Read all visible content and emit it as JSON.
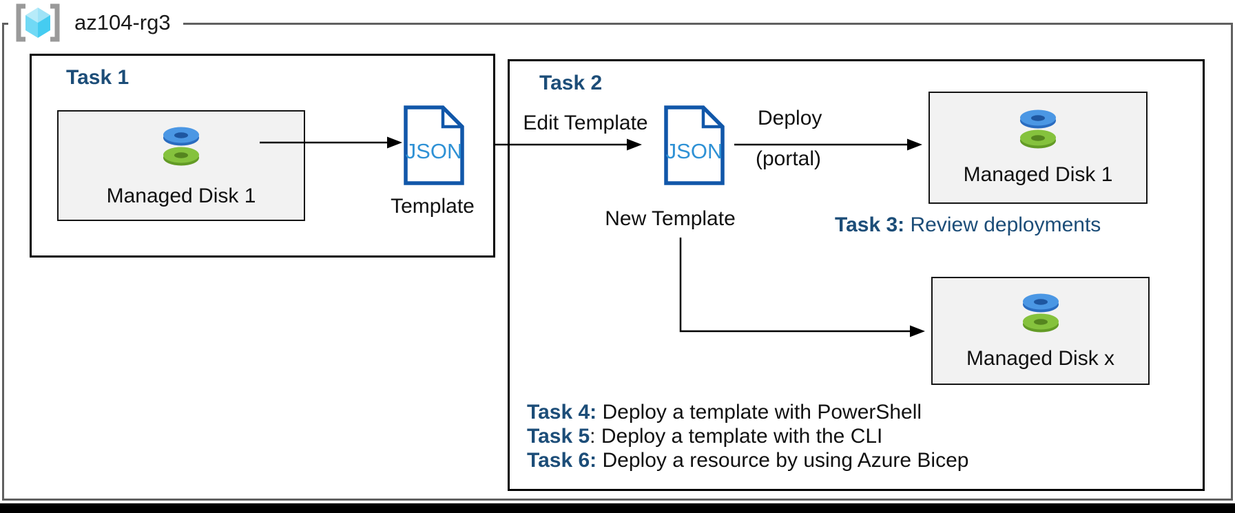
{
  "resource_group": {
    "name": "az104-rg3"
  },
  "task1": {
    "title": "Task 1",
    "disk_label": "Managed Disk 1",
    "json_text": "JSON",
    "template_label": "Template"
  },
  "task2": {
    "title": "Task 2",
    "edit_template_label": "Edit Template",
    "json_text": "JSON",
    "new_template_label": "New Template",
    "deploy_line1": "Deploy",
    "deploy_line2": "(portal)",
    "managed_disk_1_label": "Managed Disk 1",
    "managed_disk_x_label": "Managed Disk x",
    "task3_bold": "Task 3:",
    "task3_text": " Review deployments",
    "task_list": [
      {
        "bold": "Task 4:",
        "text": " Deploy a template with PowerShell"
      },
      {
        "bold": "Task 5",
        "text": ": Deploy a template with the CLI"
      },
      {
        "bold": "Task 6:",
        "text": " Deploy a resource by using Azure Bicep"
      }
    ]
  },
  "colors": {
    "header_blue": "#1c4d78",
    "json_border": "#1157a9",
    "json_text": "#2e91d5",
    "disk_box_fill": "#f2f2f2",
    "rg_border": "#606060"
  }
}
